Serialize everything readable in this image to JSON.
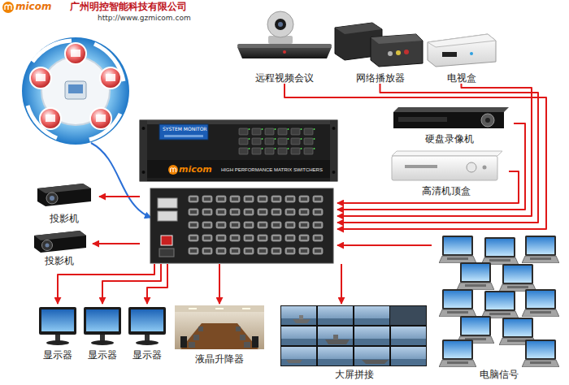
{
  "diagram": {
    "title": "广州明控智能科技有限公司",
    "nodes": [
      {
        "text": [
          "远程视频会议"
        ]
      },
      {
        "text": [
          "网络播放器"
        ]
      },
      {
        "text": [
          "电视盒"
        ]
      },
      {
        "text": [
          "硬盘录像机"
        ]
      },
      {
        "text": [
          "高清机顶盒"
        ]
      },
      {
        "text": [
          "SYSTEM MONITOR",
          "micom",
          "HIGH PERFORMANCE MATRIX SWITCHERS"
        ]
      },
      {
        "text": [
          "投影机"
        ]
      },
      {
        "text": [
          "投影机"
        ]
      },
      {
        "text": [
          "显示器"
        ]
      },
      {
        "text": [
          "显示器"
        ]
      },
      {
        "text": [
          "显示器"
        ]
      },
      {
        "text": [
          "液晶升降器"
        ]
      },
      {
        "text": [
          "大屏拼接"
        ]
      },
      {
        "text": [
          "电脑信号"
        ]
      }
    ],
    "edges": [
      {
        "from": 0,
        "to": 5,
        "arrow": "to"
      },
      {
        "from": 1,
        "to": 5,
        "arrow": "to"
      },
      {
        "from": 2,
        "to": 5,
        "arrow": "to"
      },
      {
        "from": 3,
        "to": 5,
        "arrow": "to"
      },
      {
        "from": 4,
        "to": 5,
        "arrow": "to"
      },
      {
        "from": 13,
        "to": 5,
        "arrow": "to"
      },
      {
        "from": 5,
        "to": 6,
        "arrow": "to"
      },
      {
        "from": 5,
        "to": 7,
        "arrow": "to"
      },
      {
        "from": 5,
        "to": 8,
        "arrow": "to"
      },
      {
        "from": 5,
        "to": 9,
        "arrow": "to"
      },
      {
        "from": 5,
        "to": 10,
        "arrow": "to"
      },
      {
        "from": 5,
        "to": 11,
        "arrow": "to"
      },
      {
        "from": 5,
        "to": 12,
        "arrow": "to"
      }
    ],
    "labels": [
      "micom",
      "http://www.gzmicom.com"
    ]
  }
}
